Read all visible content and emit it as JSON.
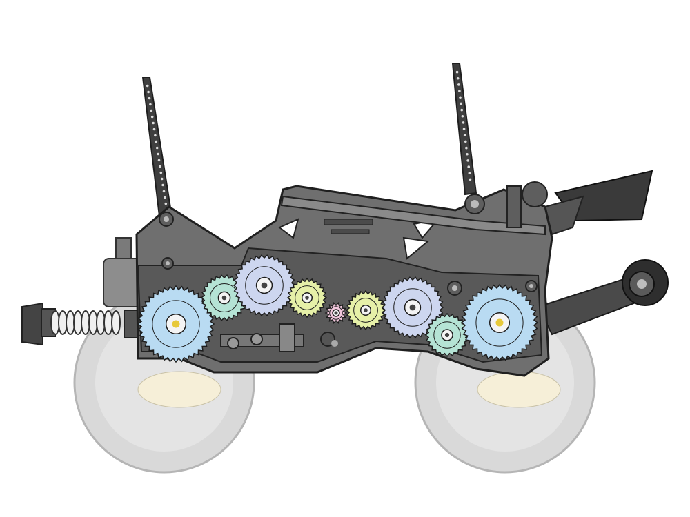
{
  "diagram": {
    "parts": [
      {
        "id": "rear-wheel",
        "kind": "wheel"
      },
      {
        "id": "front-wheel",
        "kind": "wheel"
      },
      {
        "id": "rear-bumper-spring",
        "kind": "suspension"
      },
      {
        "id": "rear-antenna",
        "kind": "antenna"
      },
      {
        "id": "front-antenna",
        "kind": "antenna"
      },
      {
        "id": "chassis-frame",
        "kind": "frame"
      },
      {
        "id": "front-wing",
        "kind": "wing"
      },
      {
        "id": "front-roller",
        "kind": "roller"
      },
      {
        "id": "gear-train",
        "kind": "gears"
      }
    ],
    "gears": [
      {
        "name": "left-wheel-gear",
        "color": "#b9dbf2",
        "teeth": 40
      },
      {
        "name": "left-teal-gear",
        "color": "#b5e3d5",
        "teeth": 26
      },
      {
        "name": "left-counter-gear",
        "color": "#cdd6ef",
        "teeth": 34
      },
      {
        "name": "left-yellow-gear",
        "color": "#e6f0a8",
        "teeth": 24
      },
      {
        "name": "pinion-gear",
        "color": "#f1c7dc",
        "teeth": 14
      },
      {
        "name": "right-yellow-gear",
        "color": "#e6f0a8",
        "teeth": 24
      },
      {
        "name": "right-counter-gear",
        "color": "#cdd6ef",
        "teeth": 34
      },
      {
        "name": "right-teal-gear",
        "color": "#b5e3d5",
        "teeth": 24
      },
      {
        "name": "right-wheel-gear",
        "color": "#b9dbf2",
        "teeth": 40
      }
    ],
    "colors": {
      "frame": "#6b6b6b",
      "frame_dark": "#3f3f3f",
      "wheel": "#dcdcdc",
      "wheel_rim": "#f6efd8",
      "spring": "#ececec"
    }
  }
}
